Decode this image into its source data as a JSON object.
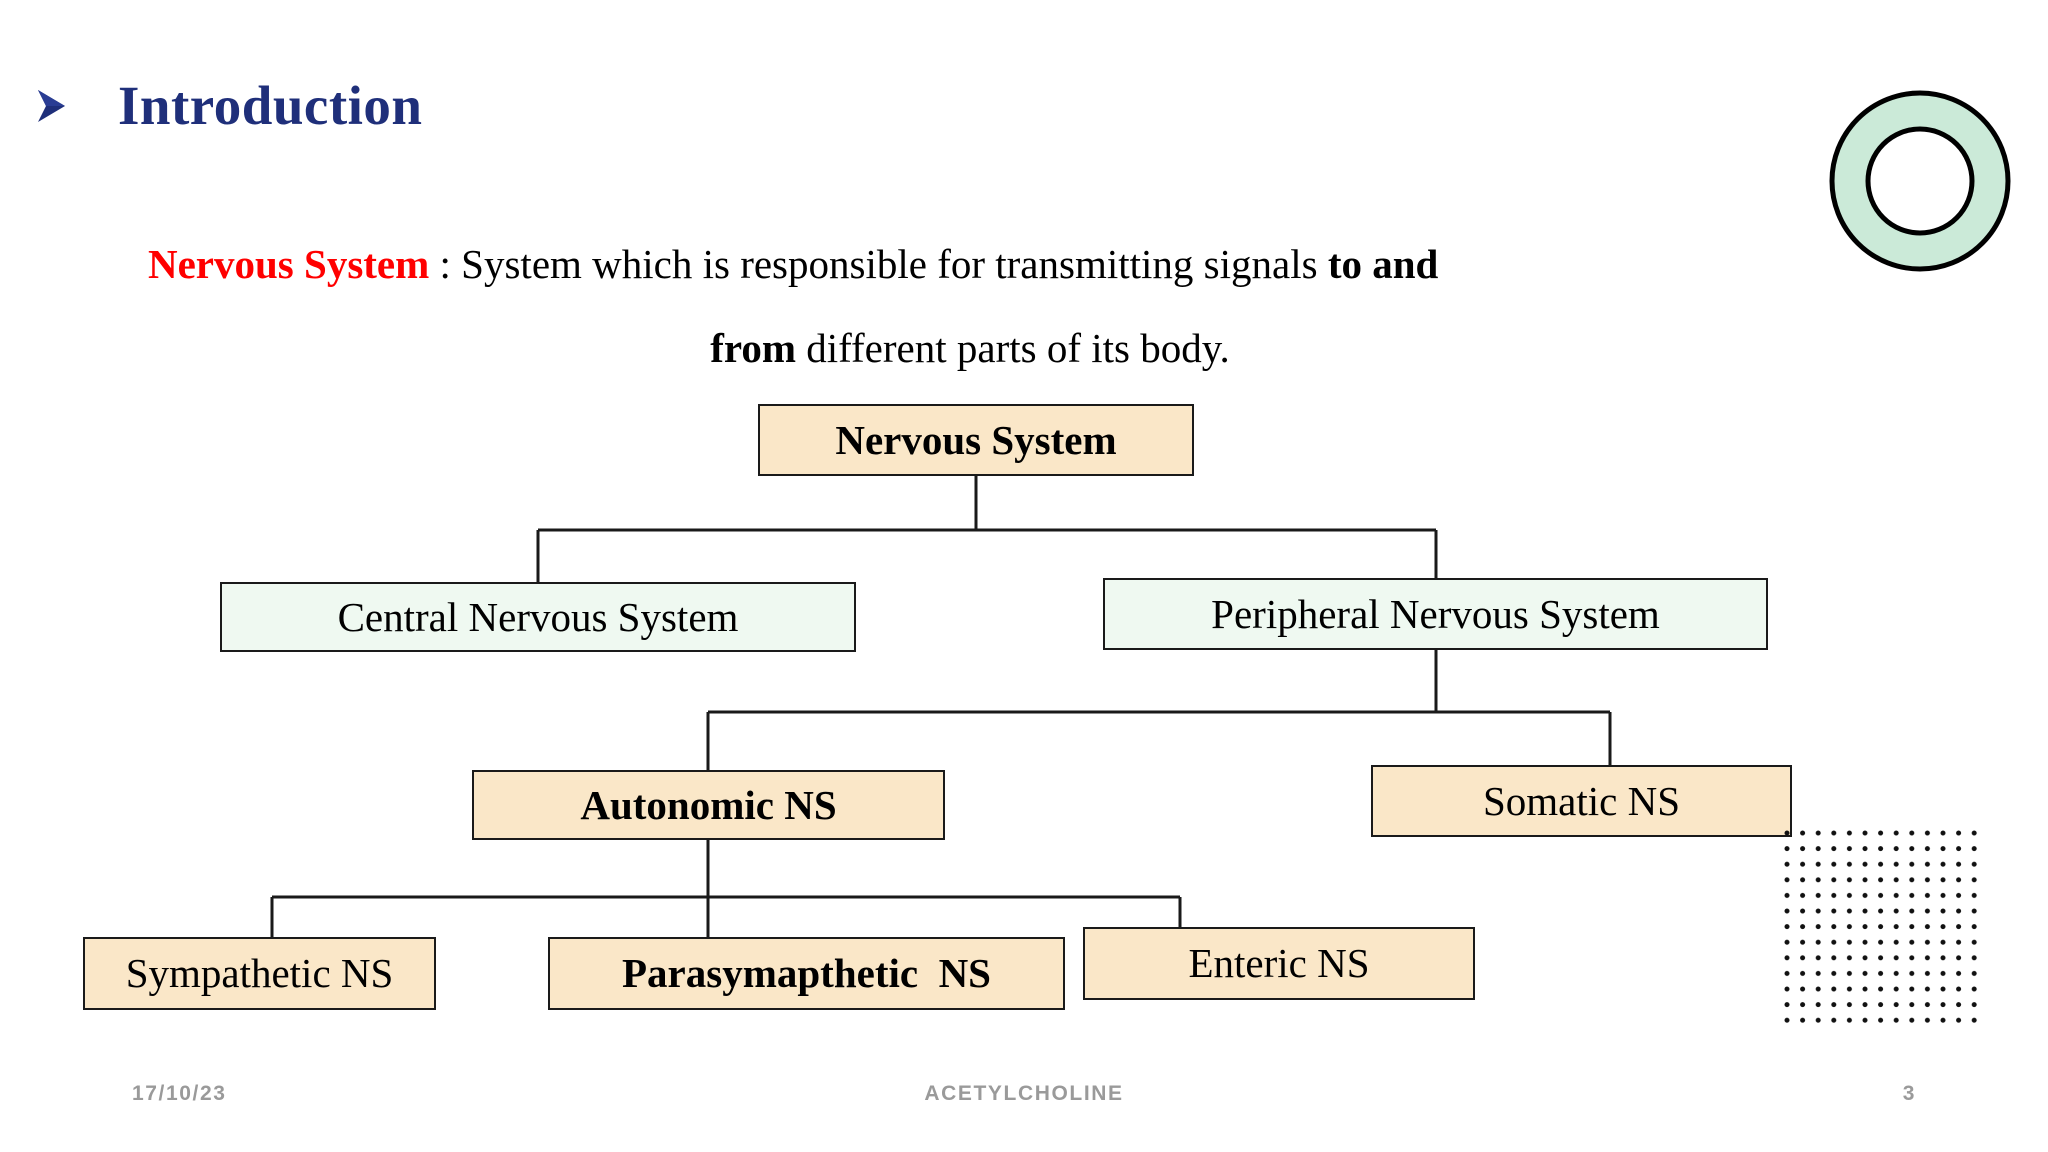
{
  "slide": {
    "title": "Introduction",
    "bullet_icon": "arrow-bullet-icon",
    "definition": {
      "term": "Nervous System",
      "line1_rest": " : System which is responsible for transmitting signals ",
      "line1_bold": "to and",
      "line2_bold": "from",
      "line2_rest": " different parts of its body."
    }
  },
  "flowchart": {
    "type": "hierarchy",
    "nodes": [
      {
        "id": "ns",
        "label": "Nervous System",
        "level": 0,
        "fill": "#fae7c8",
        "bold": true
      },
      {
        "id": "cns",
        "label": "Central Nervous System",
        "level": 1,
        "fill": "#eff9f1",
        "bold": false
      },
      {
        "id": "pns",
        "label": "Peripheral Nervous System",
        "level": 1,
        "fill": "#eff9f1",
        "bold": false
      },
      {
        "id": "auto",
        "label": "Autonomic NS",
        "level": 2,
        "fill": "#fae7c8",
        "bold": true
      },
      {
        "id": "somatic",
        "label": "Somatic NS",
        "level": 2,
        "fill": "#fae7c8",
        "bold": false
      },
      {
        "id": "symp",
        "label": "Sympathetic NS",
        "level": 3,
        "fill": "#fae7c8",
        "bold": false
      },
      {
        "id": "parasymp",
        "label": "Parasymapthetic  NS",
        "level": 3,
        "fill": "#fae7c8",
        "bold": true
      },
      {
        "id": "enteric",
        "label": "Enteric NS",
        "level": 3,
        "fill": "#fae7c8",
        "bold": false
      }
    ],
    "edges": [
      {
        "from": "ns",
        "to": "cns"
      },
      {
        "from": "ns",
        "to": "pns"
      },
      {
        "from": "pns",
        "to": "auto"
      },
      {
        "from": "pns",
        "to": "somatic"
      },
      {
        "from": "auto",
        "to": "symp"
      },
      {
        "from": "auto",
        "to": "parasymp"
      },
      {
        "from": "auto",
        "to": "enteric"
      }
    ]
  },
  "decorations": {
    "ring": {
      "name": "ring-decoration",
      "fill": "#cbead8",
      "stroke": "#000000"
    },
    "dot_grid": {
      "name": "dot-grid-decoration",
      "color": "#111111",
      "columns": 13,
      "rows": 13
    }
  },
  "footer": {
    "date": "17/10/23",
    "subject": "ACETYLCHOLINE",
    "page": "3",
    "color": "#9a9a9a"
  },
  "colors": {
    "title": "#1f2f7a",
    "accent_red": "#ff0000",
    "peach": "#fae7c8",
    "mint": "#eff9f1",
    "line": "#1a1a1a"
  }
}
